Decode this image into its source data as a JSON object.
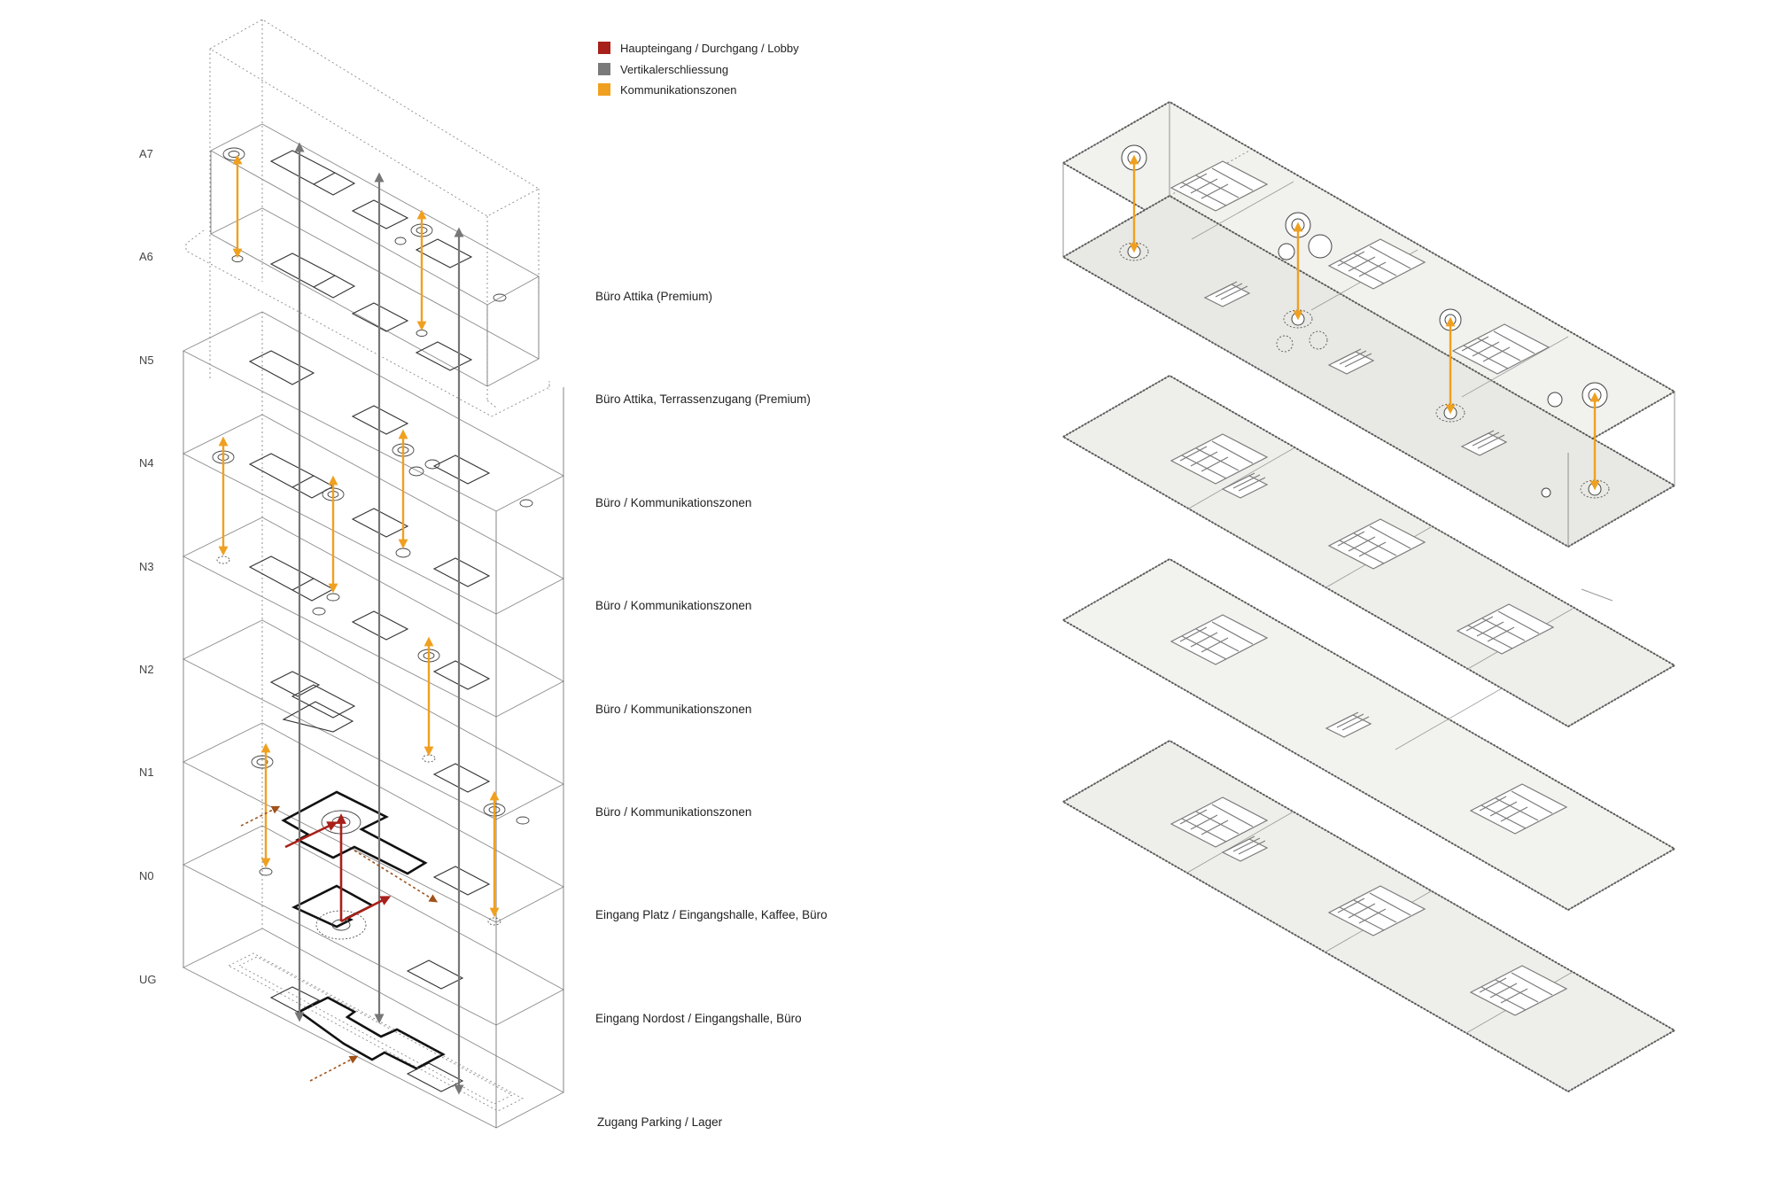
{
  "legend": [
    {
      "label": "Haupteingang / Durchgang / Lobby",
      "color": "#a8201a"
    },
    {
      "label": "Vertikalerschliessung",
      "color": "#7a7a7a"
    },
    {
      "label": "Kommunikationszonen",
      "color": "#f0a020"
    }
  ],
  "levels": [
    {
      "code": "A7",
      "desc": ""
    },
    {
      "code": "A6",
      "desc": "Büro Attika (Premium)"
    },
    {
      "code": "N5",
      "desc": "Büro Attika, Terrassenzugang (Premium)"
    },
    {
      "code": "N4",
      "desc": "Büro / Kommunikationszonen"
    },
    {
      "code": "N3",
      "desc": "Büro / Kommunikationszonen"
    },
    {
      "code": "N2",
      "desc": "Büro / Kommunikationszonen"
    },
    {
      "code": "N1",
      "desc": "Büro / Kommunikationszonen"
    },
    {
      "code": "N0",
      "desc": "Eingang Platz / Eingangshalle, Kaffee, Büro"
    },
    {
      "code": "UG",
      "desc": "Eingang Nordost / Eingangshalle, Büro"
    },
    {
      "code": "",
      "desc": "Zugang Parking / Lager"
    }
  ],
  "colors": {
    "entrance": "#a8201a",
    "vertical": "#7a7a7a",
    "communication": "#f0a020",
    "path": "#a0521a"
  },
  "icons": [
    "vertical-arrow-icon",
    "entrance-arrow-icon",
    "legend-swatch-icon"
  ]
}
